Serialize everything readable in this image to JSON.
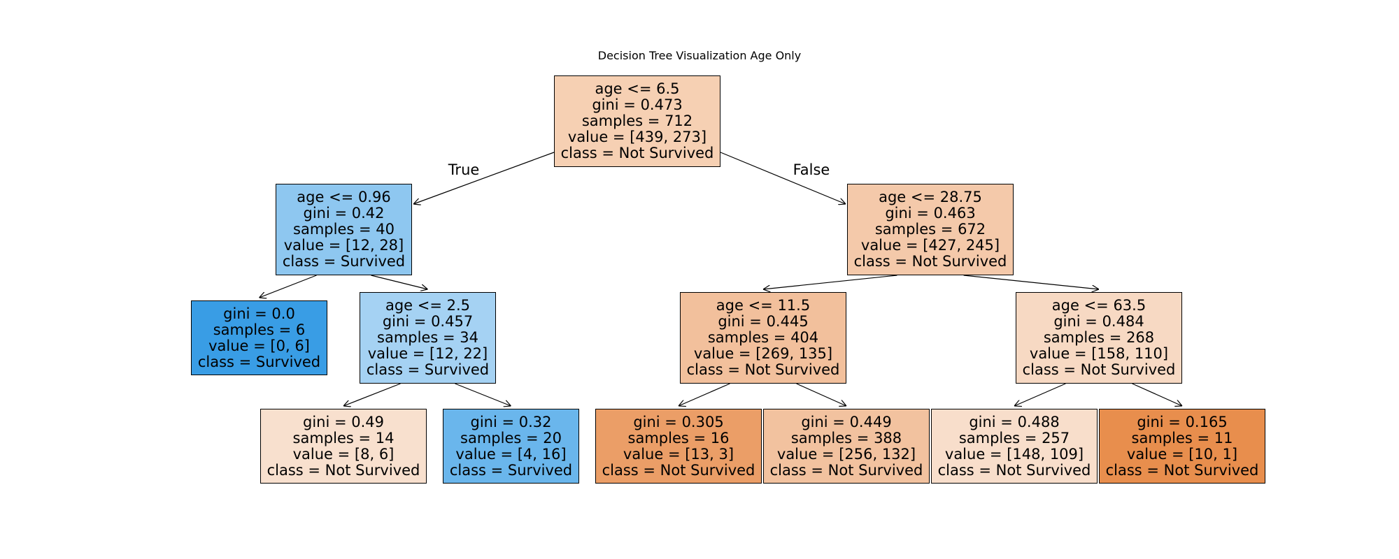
{
  "title": "Decision Tree Visualization Age Only",
  "edge_labels": {
    "true_label": "True",
    "false_label": "False"
  },
  "colors": {
    "survived": "#399de5",
    "not_survived": "#e58139"
  },
  "nodes": [
    {
      "id": "n0",
      "lines": [
        "age <= 6.5",
        "gini = 0.473",
        "samples = 712",
        "value = [439, 273]",
        "class = Not Survived"
      ],
      "fill": "#f6d0b3"
    },
    {
      "id": "n1",
      "lines": [
        "age <= 0.96",
        "gini = 0.42",
        "samples = 40",
        "value = [12, 28]",
        "class = Survived"
      ],
      "fill": "#8ec7f0"
    },
    {
      "id": "n2",
      "lines": [
        "gini = 0.0",
        "samples = 6",
        "value = [0, 6]",
        "class = Survived"
      ],
      "fill": "#399de5"
    },
    {
      "id": "n3",
      "lines": [
        "age <= 2.5",
        "gini = 0.457",
        "samples = 34",
        "value = [12, 22]",
        "class = Survived"
      ],
      "fill": "#a5d2f3"
    },
    {
      "id": "n4",
      "lines": [
        "gini = 0.49",
        "samples = 14",
        "value = [8, 6]",
        "class = Not Survived"
      ],
      "fill": "#f8e0ce"
    },
    {
      "id": "n5",
      "lines": [
        "gini = 0.32",
        "samples = 20",
        "value = [4, 16]",
        "class = Survived"
      ],
      "fill": "#6ab6ec"
    },
    {
      "id": "n6",
      "lines": [
        "age <= 28.75",
        "gini = 0.463",
        "samples = 672",
        "value = [427, 245]",
        "class = Not Survived"
      ],
      "fill": "#f4c9aa"
    },
    {
      "id": "n7",
      "lines": [
        "age <= 11.5",
        "gini = 0.445",
        "samples = 404",
        "value = [269, 135]",
        "class = Not Survived"
      ],
      "fill": "#f2c09c"
    },
    {
      "id": "n8",
      "lines": [
        "gini = 0.305",
        "samples = 16",
        "value = [13, 3]",
        "class = Not Survived"
      ],
      "fill": "#eb9e67"
    },
    {
      "id": "n9",
      "lines": [
        "gini = 0.449",
        "samples = 388",
        "value = [256, 132]",
        "class = Not Survived"
      ],
      "fill": "#f2c29f"
    },
    {
      "id": "n10",
      "lines": [
        "age <= 63.5",
        "gini = 0.484",
        "samples = 268",
        "value = [158, 110]",
        "class = Not Survived"
      ],
      "fill": "#f7d9c3"
    },
    {
      "id": "n11",
      "lines": [
        "gini = 0.488",
        "samples = 257",
        "value = [148, 109]",
        "class = Not Survived"
      ],
      "fill": "#f8decb"
    },
    {
      "id": "n12",
      "lines": [
        "gini = 0.165",
        "samples = 11",
        "value = [10, 1]",
        "class = Not Survived"
      ],
      "fill": "#e88e4d"
    }
  ],
  "edges": [
    {
      "from": "n0",
      "to": "n1"
    },
    {
      "from": "n0",
      "to": "n6"
    },
    {
      "from": "n1",
      "to": "n2"
    },
    {
      "from": "n1",
      "to": "n3"
    },
    {
      "from": "n3",
      "to": "n4"
    },
    {
      "from": "n3",
      "to": "n5"
    },
    {
      "from": "n6",
      "to": "n7"
    },
    {
      "from": "n6",
      "to": "n10"
    },
    {
      "from": "n7",
      "to": "n8"
    },
    {
      "from": "n7",
      "to": "n9"
    },
    {
      "from": "n10",
      "to": "n11"
    },
    {
      "from": "n10",
      "to": "n12"
    }
  ]
}
